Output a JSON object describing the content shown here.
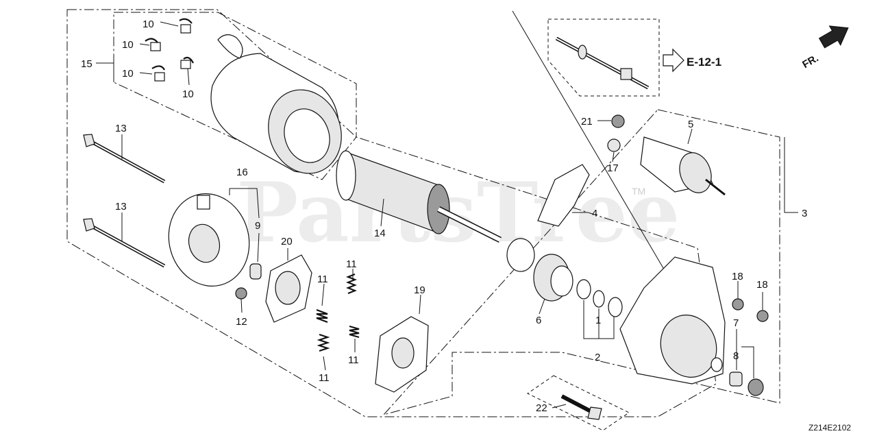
{
  "diagram": {
    "part_numbers": {
      "p1": "1",
      "p2": "2",
      "p3": "3",
      "p4": "4",
      "p5": "5",
      "p6": "6",
      "p7": "7",
      "p8": "8",
      "p9": "9",
      "p10a": "10",
      "p10b": "10",
      "p10c": "10",
      "p10d": "10",
      "p11a": "11",
      "p11b": "11",
      "p11c": "11",
      "p11d": "11",
      "p12": "12",
      "p13a": "13",
      "p13b": "13",
      "p14": "14",
      "p15": "15",
      "p16": "16",
      "p17": "17",
      "p18a": "18",
      "p18b": "18",
      "p19": "19",
      "p20": "20",
      "p21": "21",
      "p22": "22"
    },
    "reference_label": "E-12-1",
    "front_label": "FR.",
    "diagram_code": "Z214E2102",
    "watermark": "PartsTree",
    "watermark_tm": "TM"
  }
}
